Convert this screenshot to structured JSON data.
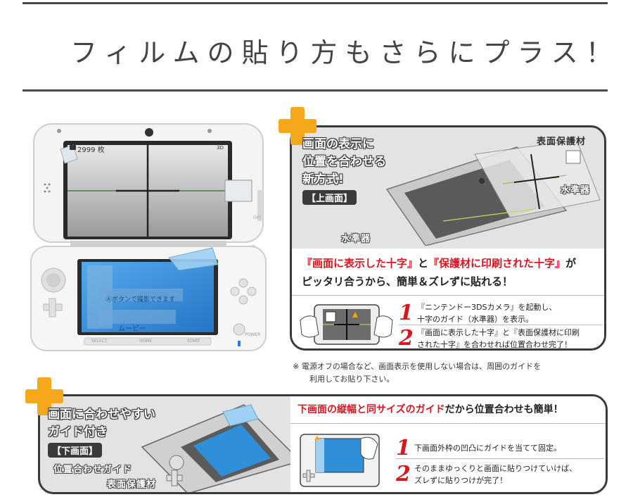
{
  "headline": "フィルムの貼り方もさらにプラス！",
  "device_screen": {
    "photo_count": "2999 枚",
    "bottom_button_hint": "Ⓐボタンで撮影できます",
    "bottom_tab": "ムービー",
    "power_label": "POWER",
    "off_label": "OFF",
    "select_label": "SELECT",
    "home_label": "HOME",
    "start_label": "START",
    "badge_3d": "3D"
  },
  "top_section": {
    "title_lines": [
      "画面の表示に",
      "位置を合わせる",
      "新方式!"
    ],
    "tag": "【上画面】",
    "callout_protector": "表面保護材",
    "callout_level_right": "水準器",
    "callout_level_left": "水準器",
    "message_line1_part1": "『画面に表示した十字』",
    "message_line1_part2": "と",
    "message_line1_part3": "『保護材に印刷された十字』",
    "message_line1_part4": "が",
    "message_line2": "ピッタリ合うから、簡単＆ズレずに貼れる！",
    "steps": [
      {
        "num": "1",
        "lines": [
          "『ニンテンドー3DSカメラ』を起動し、",
          "十字のガイド（水準器）を表示。"
        ]
      },
      {
        "num": "2",
        "lines": [
          "『画面に表示した十字』と『表面保護材に印刷",
          "された十字』を合わせれば位置合わせ完了！"
        ]
      }
    ]
  },
  "note_lines": [
    "※  電源オフの場合など、画面表示を使用しない場合は、周囲のガイドを",
    "利用してお貼り下さい。"
  ],
  "bottom_section": {
    "title_lines": [
      "画面に合わせやすい",
      "ガイド付き"
    ],
    "tag": "【下画面】",
    "callout_guide": "位置合わせガイド",
    "callout_protector": "表面保護材",
    "message_part1": "下画面の縦幅と同サイズのガイド",
    "message_part2": "だから位置合わせも簡単！",
    "steps": [
      {
        "num": "1",
        "lines": [
          "下画面外枠の凹凸にガイドを当てて固定。"
        ]
      },
      {
        "num": "2",
        "lines": [
          "そのままゆっくりと画面に貼りつけていけば、",
          "ズレずに貼りつけが完了！"
        ]
      }
    ]
  },
  "colors": {
    "accent_orange": "#f4a81c",
    "red_text": "#d7171f",
    "panel_bg": "#e3e3e3",
    "panel_border": "#3a3a3a",
    "film_blue": "#2f8fd8"
  }
}
